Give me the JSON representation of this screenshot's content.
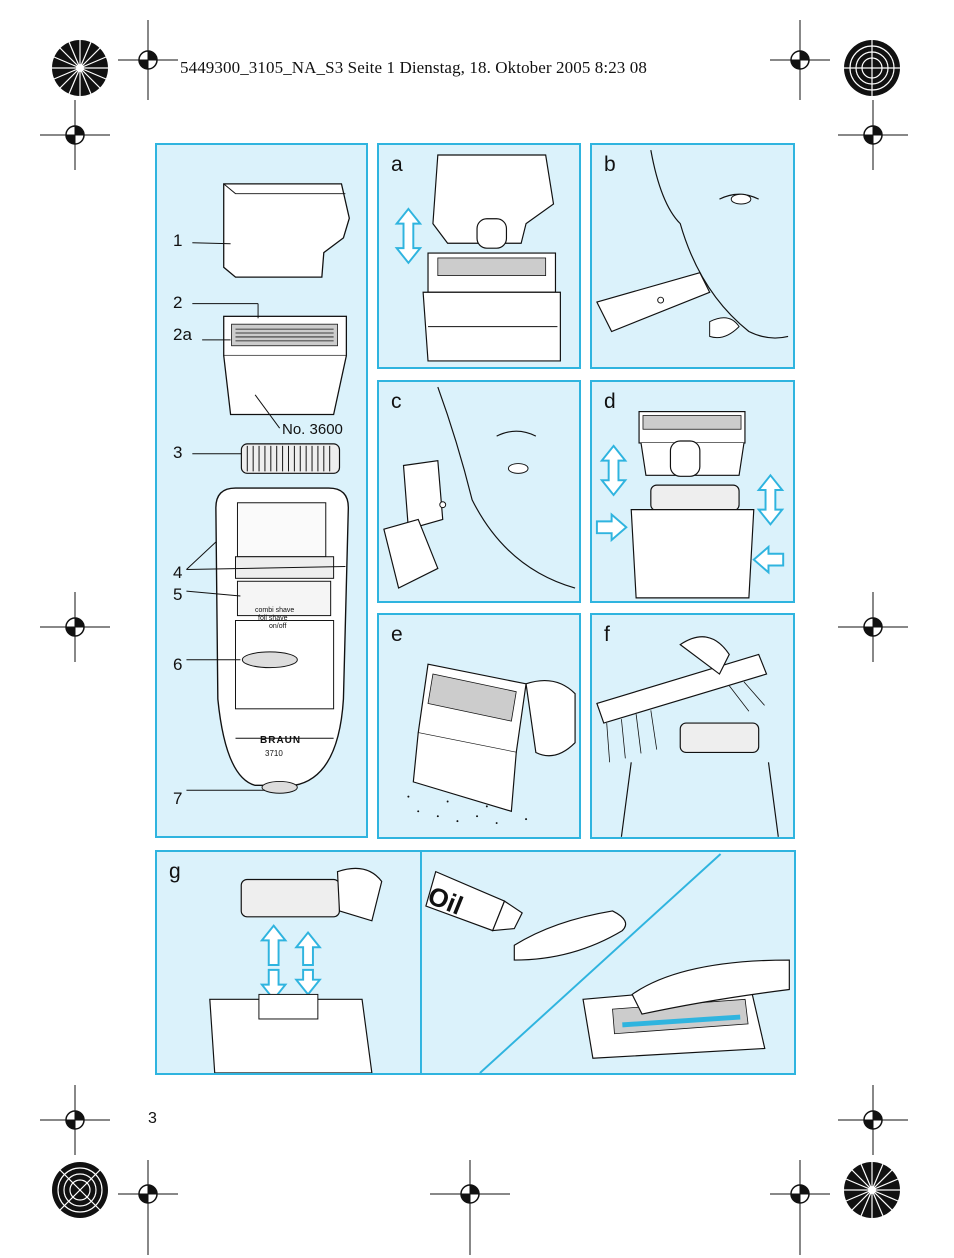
{
  "header": {
    "text": "5449300_3105_NA_S3  Seite 1  Dienstag, 18. Oktober 2005  8:23 08"
  },
  "page_number": "3",
  "colors": {
    "panel_border": "#2fb4df",
    "panel_fill": "#dbf2fb",
    "arrow": "#2fb4df",
    "ink": "#111111"
  },
  "main_panel": {
    "labels": [
      "1",
      "2",
      "2a",
      "3",
      "4",
      "5",
      "6",
      "7"
    ],
    "part_number": "No. 3600",
    "brand": "BRAUN",
    "model": "3710",
    "switch_text": [
      "combi shave",
      "foil shave",
      "on/off"
    ]
  },
  "panels": {
    "a": "a",
    "b": "b",
    "c": "c",
    "d": "d",
    "e": "e",
    "f": "f",
    "g": "g"
  },
  "oil_label": "Oil"
}
